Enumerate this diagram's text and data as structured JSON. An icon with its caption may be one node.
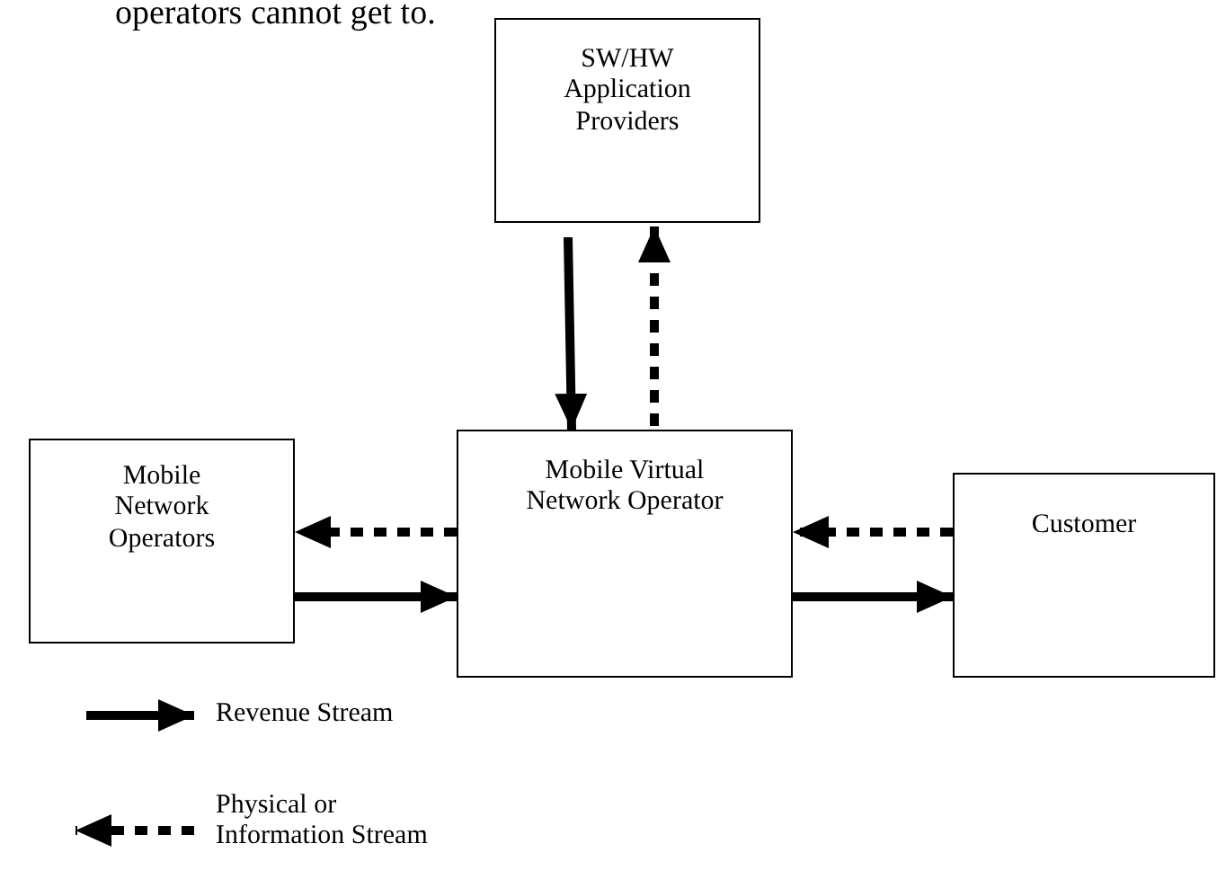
{
  "diagram": {
    "nodes": [
      {
        "text": [
          "SW/HW Application Providers"
        ]
      },
      {
        "text": [
          "Mobile Virtual Network Operator"
        ]
      },
      {
        "text": [
          "Mobile Network Operators"
        ]
      },
      {
        "text": [
          "Customer"
        ]
      }
    ],
    "edges": [
      {
        "from": 0,
        "to": 1,
        "arrow": "to"
      },
      {
        "from": 1,
        "to": 0,
        "arrow": "to",
        "style": "dashed"
      },
      {
        "from": 1,
        "to": 2,
        "arrow": "to",
        "style": "dashed"
      },
      {
        "from": 2,
        "to": 1,
        "arrow": "to"
      },
      {
        "from": 3,
        "to": 1,
        "arrow": "to",
        "style": "dashed"
      },
      {
        "from": 1,
        "to": 3,
        "arrow": "to"
      }
    ],
    "labels": [
      "operators cannot get to."
    ],
    "legend": [
      {
        "text": "Revenue Stream"
      },
      {
        "text": "Physical or Information Stream"
      }
    ]
  }
}
